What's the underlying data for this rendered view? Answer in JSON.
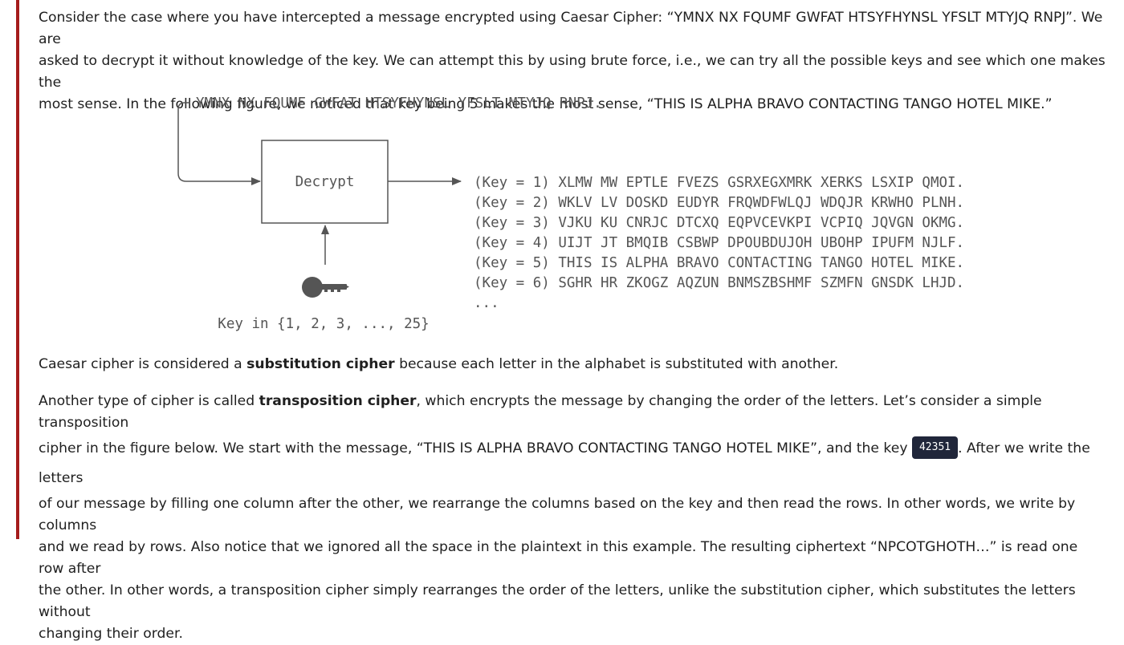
{
  "intro": {
    "line1": "Consider the case where you have intercepted a message encrypted using Caesar Cipher: “YMNX NX FQUMF GWFAT HTSYFHYNSL YFSLT MTYJQ RNPJ”. We are",
    "line2": "asked to decrypt it without knowledge of the key. We can attempt this by using brute force, i.e., we can try all the possible keys and see which one makes the",
    "line3": "most sense. In the following figure, we noticed that key being 5 makes the most sense, “THIS IS ALPHA BRAVO CONTACTING TANGO HOTEL MIKE.”"
  },
  "figure": {
    "ciphertext": "YMNX NX FQUMF GWFAT HTSYFHYNSL YFSLT MTYJQ RNPJ.",
    "box_label": "Decrypt",
    "key_range": "Key in {1, 2, 3, ..., 25}",
    "results": [
      "(Key = 1) XLMW MW EPTLE FVEZS GSRXEGXMRK XERKS LSXIP QMOI.",
      "(Key = 2) WKLV LV DOSKD EUDYR FRQWDFWLQJ WDQJR KRWHO PLNH.",
      "(Key = 3) VJKU KU CNRJC DTCXQ EQPVCEVKPI VCPIQ JQVGN OKMG.",
      "(Key = 4) UIJT JT BMQIB CSBWP DPOUBDUJOH UBOHP IPUFM NJLF.",
      "(Key = 5) THIS IS ALPHA BRAVO CONTACTING TANGO HOTEL MIKE.",
      "(Key = 6) SGHR HR ZKOGZ AQZUN BNMSZBSHMF SZMFN GNSDK LHJD."
    ],
    "ellipsis": "...",
    "key_icon": "key-icon"
  },
  "para2": {
    "before": "Caesar cipher is considered a ",
    "bold": "substitution cipher",
    "after": " because each letter in the alphabet is substituted with another."
  },
  "para3": {
    "l1_before": "Another type of cipher is called ",
    "l1_bold": "transposition cipher",
    "l1_after": ", which encrypts the message by changing the order of the letters. Let’s consider a simple transposition",
    "l2_before": "cipher in the figure below. We start with the message, “THIS IS ALPHA BRAVO CONTACTING TANGO HOTEL MIKE”, and the key ",
    "key_badge": "42351",
    "l2_after": ". After we write the letters",
    "l3": "of our message by filling one column after the other, we rearrange the columns based on the key and then read the rows. In other words, we write by columns",
    "l4": "and we read by rows. Also notice that we ignored all the space in the plaintext in this example.  The resulting ciphertext “NPCOTGHOTH…” is read one row after",
    "l5": "the other. In other words, a transposition cipher simply rearranges the order of the letters, unlike the substitution cipher, which substitutes the letters without",
    "l6": "changing their order."
  },
  "colors": {
    "accent_rule": "#a51d1d",
    "badge_bg": "#20263a",
    "figure_text": "#555555"
  }
}
